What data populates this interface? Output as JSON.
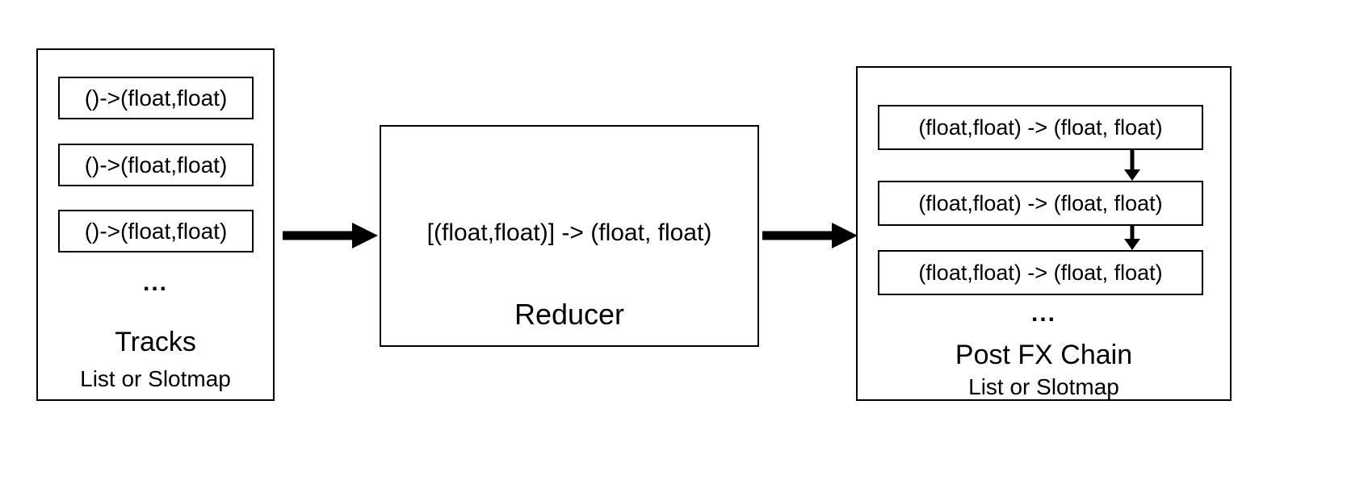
{
  "diagram": {
    "tracks": {
      "items": [
        "()->(float,float)",
        "()->(float,float)",
        "()->(float,float)"
      ],
      "ellipsis": "...",
      "title": "Tracks",
      "subtitle": "List or Slotmap"
    },
    "reducer": {
      "signature": "[(float,float)] -> (float, float)",
      "title": "Reducer"
    },
    "postfx": {
      "items": [
        "(float,float) -> (float, float)",
        "(float,float) -> (float, float)",
        "(float,float) -> (float, float)"
      ],
      "ellipsis": "...",
      "title": "Post FX Chain",
      "subtitle": "List or Slotmap"
    },
    "colors": {
      "stroke": "#000000",
      "background": "#ffffff"
    }
  }
}
